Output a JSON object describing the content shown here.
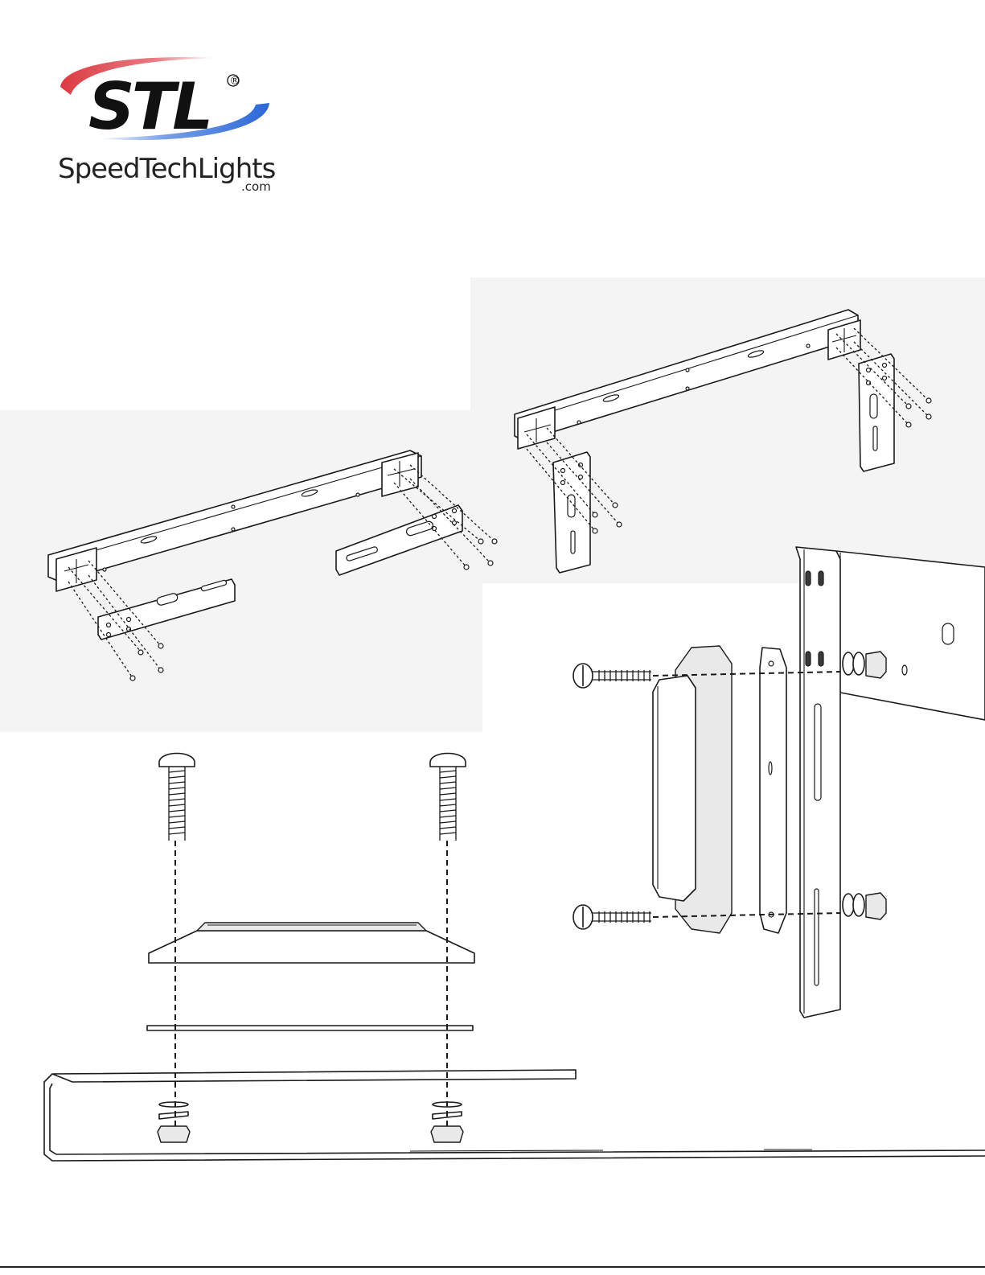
{
  "brand": {
    "logo_mark": "STL",
    "registered_mark": "®",
    "name": "SpeedTechLights",
    "domain_suffix": ".com",
    "swoosh_colors": {
      "red": "#d8242d",
      "blue": "#1f5fd6"
    }
  },
  "figures": [
    {
      "name": "horizontal-mount-bracket-exploded",
      "icon": "bracket-assembly-horizontal"
    },
    {
      "name": "vertical-mount-bracket-exploded",
      "icon": "bracket-assembly-vertical"
    },
    {
      "name": "surface-light-side-mount",
      "icon": "light-side-mount-assembly"
    },
    {
      "name": "surface-light-top-mount",
      "icon": "light-top-mount-assembly"
    }
  ],
  "colors": {
    "line": "#1a1a1a",
    "panel": "#f3f3f3",
    "background": "#ffffff"
  }
}
